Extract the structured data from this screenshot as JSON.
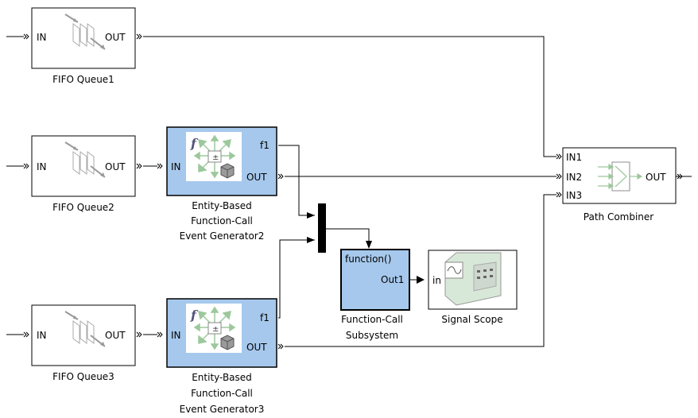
{
  "diagram": {
    "fifo1": {
      "in": "IN",
      "out": "OUT",
      "caption": "FIFO Queue1"
    },
    "fifo2": {
      "in": "IN",
      "out": "OUT",
      "caption": "FIFO Queue2"
    },
    "fifo3": {
      "in": "IN",
      "out": "OUT",
      "caption": "FIFO Queue3"
    },
    "gen2": {
      "in": "IN",
      "f1": "f1",
      "out": "OUT",
      "caption": [
        "Entity-Based",
        "Function-Call",
        "Event Generator2"
      ]
    },
    "gen3": {
      "in": "IN",
      "f1": "f1",
      "out": "OUT",
      "caption": [
        "Entity-Based",
        "Function-Call",
        "Event Generator3"
      ]
    },
    "fcs": {
      "title": "function()",
      "out": "Out1",
      "caption": [
        "Function-Call",
        "Subsystem"
      ]
    },
    "scope": {
      "in": "in",
      "caption": "Signal Scope"
    },
    "combiner": {
      "in1": "IN1",
      "in2": "IN2",
      "in3": "IN3",
      "out": "OUT",
      "caption": "Path Combiner"
    },
    "colors": {
      "block_fill": "#a6c8ec",
      "icon_green": "#8fbf8f",
      "gray_icon": "#b0b0b0"
    }
  }
}
